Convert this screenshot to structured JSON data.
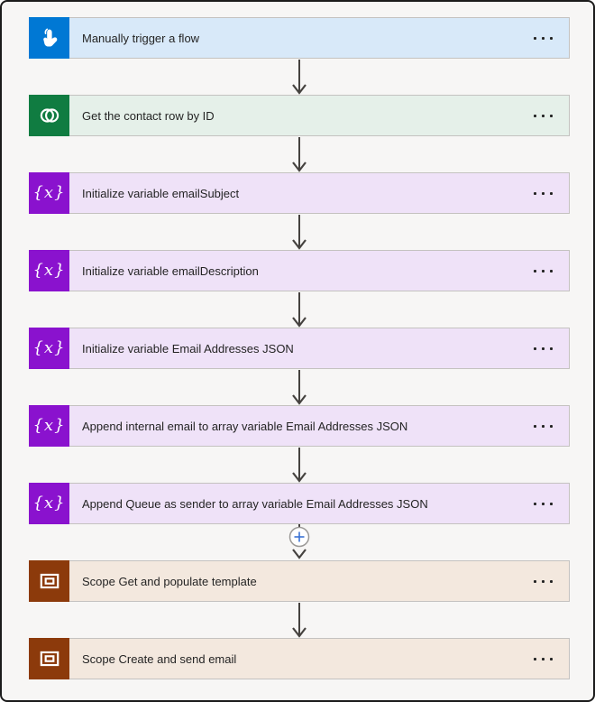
{
  "colors": {
    "trigger_icon_bg": "#0078d4",
    "trigger_body_bg": "#d8e9f9",
    "dataverse_icon_bg": "#107c41",
    "dataverse_body_bg": "#e5f0e9",
    "variable_icon_bg": "#8a12ce",
    "variable_body_bg": "#efe2f8",
    "scope_icon_bg": "#8c3a0b",
    "scope_body_bg": "#f3e8de",
    "connector_arrow": "#45423f",
    "insert_plus": "#3a72d4",
    "card_border": "#c4c2c0",
    "canvas_bg": "#f7f6f5",
    "text": "#242424"
  },
  "glyphs": {
    "variable": "{x}"
  },
  "icons": {
    "step_menu": "more-options-icon",
    "insert_step": "insert-step-plus-icon"
  },
  "flow": {
    "steps": [
      {
        "title": "Manually trigger a flow",
        "type": "trigger",
        "icon": "manual-trigger-icon"
      },
      {
        "title": "Get the contact row by ID",
        "type": "dataverse",
        "icon": "dataverse-icon"
      },
      {
        "title": "Initialize variable emailSubject",
        "type": "variable",
        "icon": "variable-icon"
      },
      {
        "title": "Initialize variable emailDescription",
        "type": "variable",
        "icon": "variable-icon"
      },
      {
        "title": "Initialize variable Email Addresses JSON",
        "type": "variable",
        "icon": "variable-icon"
      },
      {
        "title": "Append internal email to array variable Email Addresses JSON",
        "type": "variable",
        "icon": "variable-icon"
      },
      {
        "title": "Append Queue as sender to array variable Email Addresses JSON",
        "type": "variable",
        "icon": "variable-icon"
      },
      {
        "title": "Scope Get and populate template",
        "type": "scope",
        "icon": "scope-icon"
      },
      {
        "title": "Scope Create and send email",
        "type": "scope",
        "icon": "scope-icon"
      }
    ]
  }
}
